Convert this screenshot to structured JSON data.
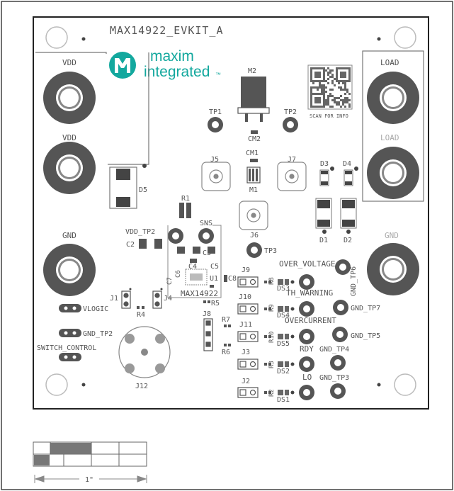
{
  "board_title": "MAX14922_EVKIT_A",
  "logo": {
    "line1": "maxim",
    "line2": "integrated",
    "tm": "™",
    "color": "#13a89e"
  },
  "qr_caption": "SCAN FOR INFO",
  "terminals": {
    "vdd_top": "VDD",
    "vdd_bottom": "VDD",
    "load_top": "LOAD",
    "load_bottom": "LOAD",
    "gnd_left": "GND",
    "gnd_right": "GND"
  },
  "components": {
    "m2": "M2",
    "tp1": "TP1",
    "tp2": "TP2",
    "cm2": "CM2",
    "cm1": "CM1",
    "m1": "M1",
    "j5": "J5",
    "j7": "J7",
    "j6": "J6",
    "d3": "D3",
    "d4": "D4",
    "d1": "D1",
    "d2": "D2",
    "d5": "D5",
    "r1": "R1",
    "sns": "SNS",
    "vdd_tp2": "VDD_TP2",
    "c2": "C2",
    "c3": "C3",
    "c4": "C4",
    "c5": "C5",
    "c6": "C6",
    "c7": "C7",
    "c8": "C8",
    "u1": "U1",
    "tp3": "TP3",
    "ic_label": "MAX14922",
    "j1": "J1",
    "j4": "J4",
    "r4": "R4",
    "r5": "R5",
    "vlogic": "VLOGIC",
    "gnd_tp2": "GND_TP2",
    "switch_control": "SWITCH_CONTROL",
    "j8": "J8",
    "r7": "R7",
    "r6": "R6",
    "j12": "J12",
    "j9": "J9",
    "r8": "R8",
    "ds3": "DS3",
    "over_voltage": "OVER_VOLTAGE",
    "gnd_tp6": "GND_TP6",
    "j10": "J10",
    "r9": "R9",
    "ds4": "DS4",
    "th_warning": "TH_WARNING",
    "gnd_tp7": "GND_TP7",
    "j11": "J11",
    "r10": "R10",
    "ds5": "DS5",
    "overcurrent": "OVERCURRENT",
    "gnd_tp5": "GND_TP5",
    "j3": "J3",
    "r3": "R3",
    "ds2": "DS2",
    "rdy": "RDY",
    "gnd_tp4": "GND_TP4",
    "j2": "J2",
    "r2": "R2",
    "ds1": "DS1",
    "lo": "LO",
    "gnd_tp3": "GND_TP3"
  },
  "scale_label": "1\""
}
